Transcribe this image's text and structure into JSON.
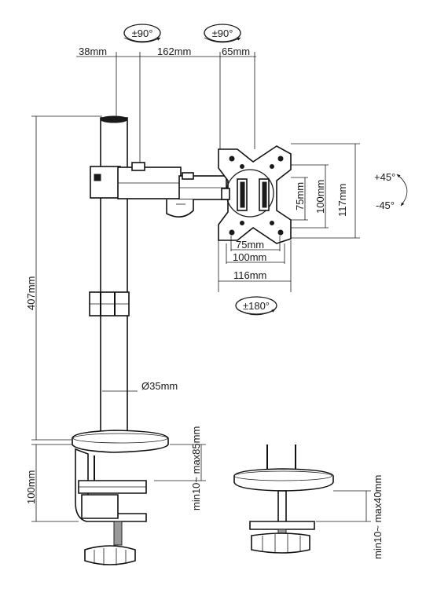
{
  "rotation": {
    "tilt_left": "±90°",
    "tilt_right": "±90°",
    "swivel": "±180°",
    "tilt_up": "+45°",
    "tilt_down": "-45°"
  },
  "dimensions": {
    "arm_offset": "38mm",
    "arm_length": "162mm",
    "head_offset": "65mm",
    "pole_height": "407mm",
    "pole_diameter": "Ø35mm",
    "clamp_height": "100mm",
    "clamp_range": "min10~ max85mm",
    "grommet_range": "min10~ max40mm",
    "vesa_75v": "75mm",
    "vesa_100v": "100mm",
    "plate_height": "117mm",
    "vesa_75h": "75mm",
    "vesa_100h": "100mm",
    "plate_width": "116mm"
  }
}
